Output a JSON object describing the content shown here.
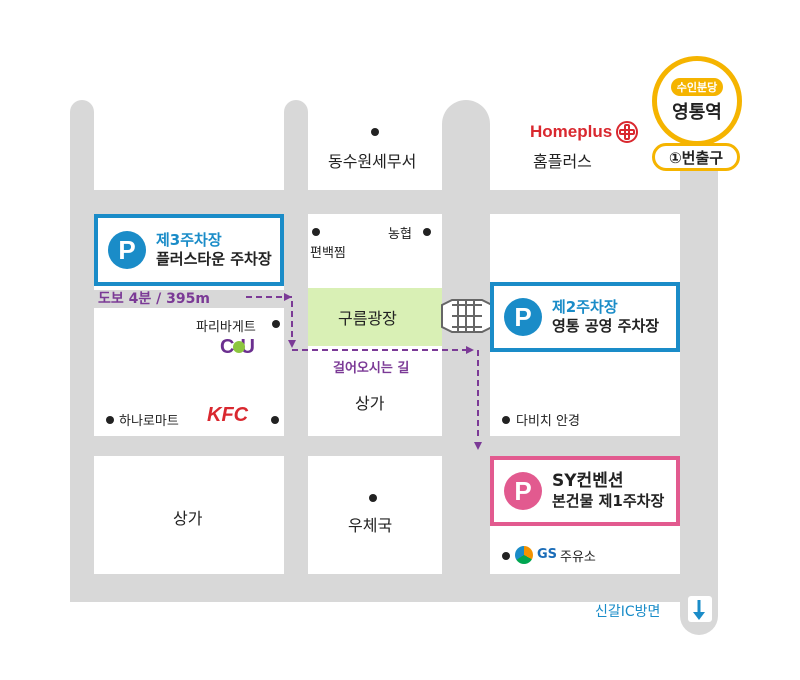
{
  "colors": {
    "road": "#d8d8d8",
    "plaza": "#d9f0b5",
    "parking_blue": "#1a8cc8",
    "parking_pink": "#e25a8f",
    "station_yellow": "#f5b400",
    "homeplus_red": "#d9282f",
    "route_purple": "#7b3a96",
    "direction_blue": "#1a8cc8"
  },
  "station": {
    "line_badge": "수인분당",
    "name": "영통역",
    "exit": "①번출구"
  },
  "homeplus": {
    "logo_text": "Homeplus",
    "name": "홈플러스"
  },
  "landmarks": {
    "tax_office": "동수원세무서",
    "nonghyup": "농협",
    "pyeonbaekjjim": "편백찜",
    "plaza": "구름광장",
    "paris_baguette": "파리바게트",
    "cu_logo": "CU",
    "kfc_logo": "KFC",
    "hana_mart": "하나로마트",
    "shops_center": "상가",
    "davich": "다비치 안경",
    "shops_bottom_left": "상가",
    "post_office": "우체국",
    "gs_logo": "GS",
    "gs_station": "주유소"
  },
  "parking": {
    "p3": {
      "icon": "P",
      "label": "제3주차장",
      "name": "플러스타운 주차장"
    },
    "p2": {
      "icon": "P",
      "label": "제2주차장",
      "name": "영통 공영 주차장"
    },
    "p1": {
      "icon": "P",
      "line1": "SY컨벤션",
      "line2": "본건물 제1주차장"
    }
  },
  "routes": {
    "walk_time": "도보 4분 / 395m",
    "walking_path": "걸어오시는 길"
  },
  "direction": {
    "label": "신갈IC방면"
  }
}
